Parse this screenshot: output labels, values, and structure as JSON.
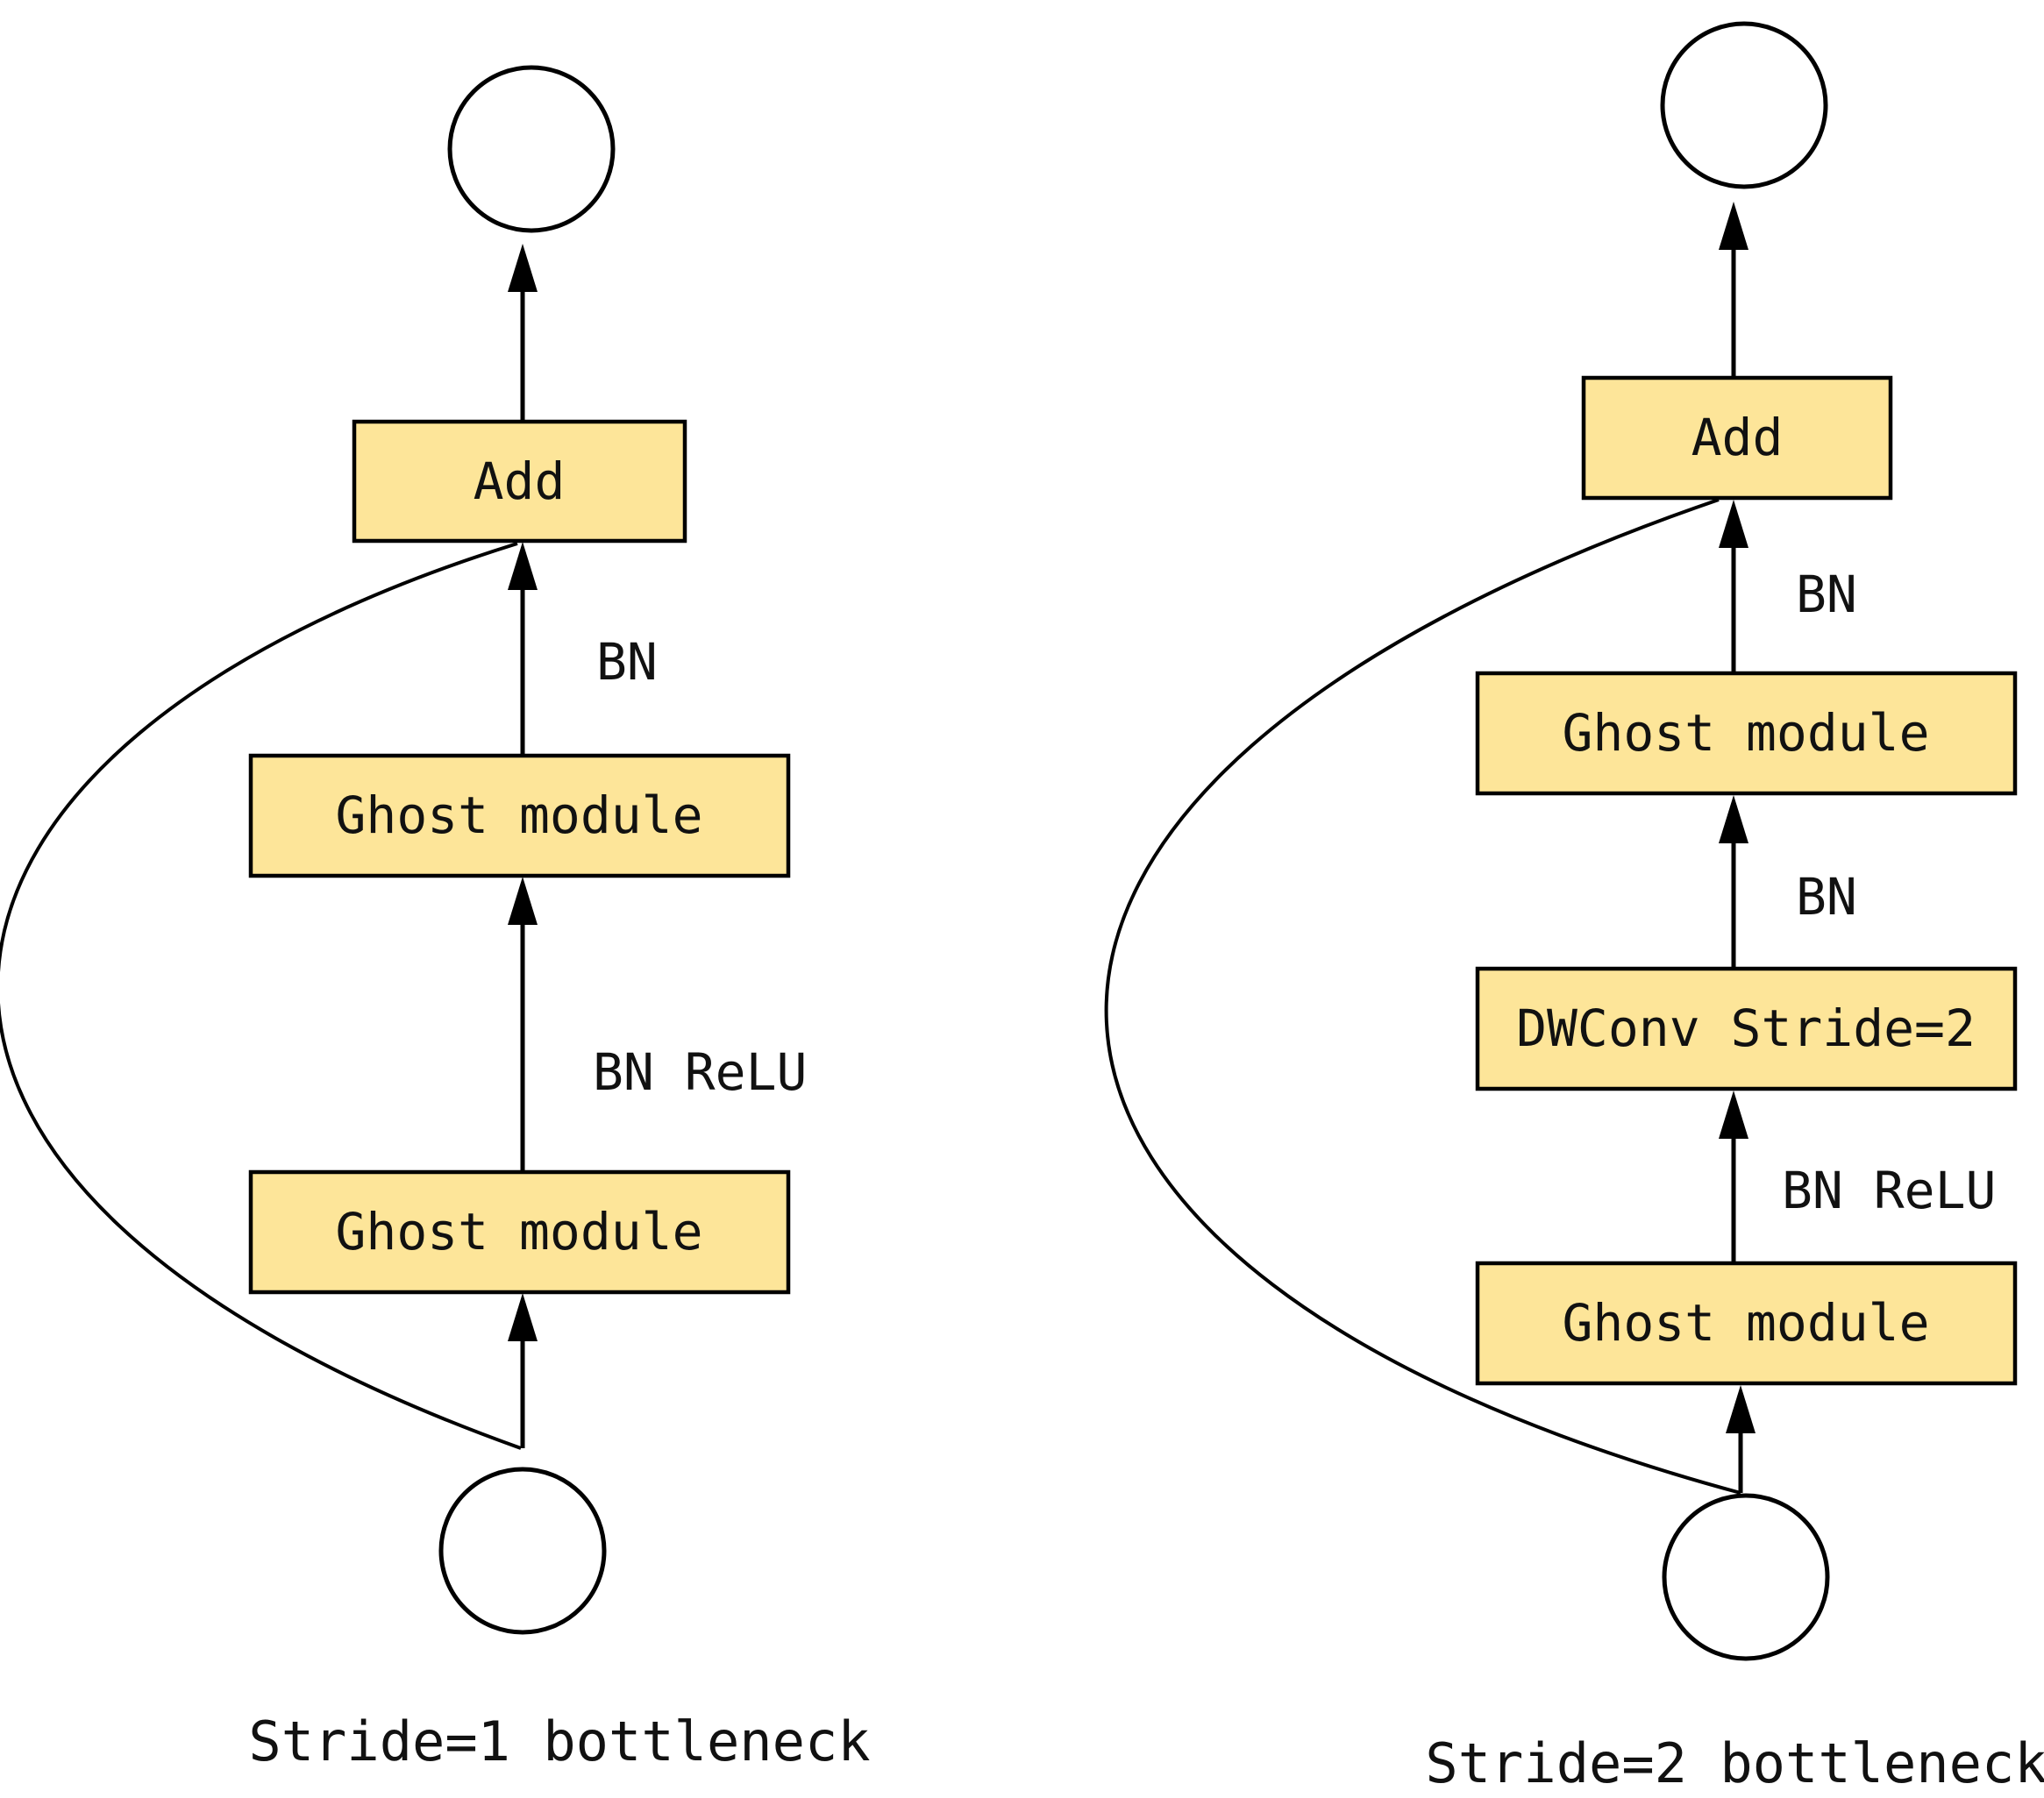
{
  "colors": {
    "box_fill": "#fde599",
    "stroke": "#000000"
  },
  "left": {
    "caption": "Stride=1 bottleneck",
    "add_label": "Add",
    "ghost_top_label": "Ghost module",
    "ghost_bottom_label": "Ghost module",
    "edge_bn": "BN",
    "edge_bn_relu": "BN ReLU"
  },
  "right": {
    "caption": "Stride=2 bottleneck",
    "add_label": "Add",
    "ghost_top_label": "Ghost module",
    "dwconv_label": "DWConv Stride=2",
    "ghost_bottom_label": "Ghost module",
    "edge_bn_top": "BN",
    "edge_bn_mid": "BN",
    "edge_bn_relu": "BN ReLU"
  }
}
